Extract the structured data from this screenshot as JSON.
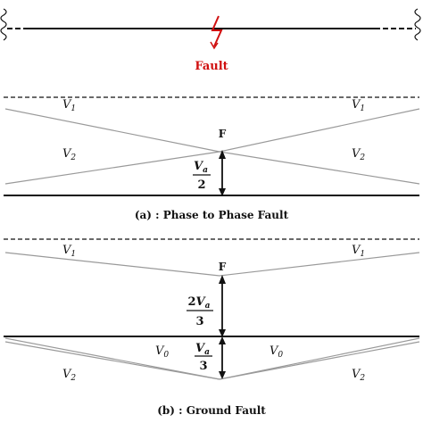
{
  "top": {
    "fault_label": "Fault",
    "fault_color": "#d01010"
  },
  "panel_a": {
    "caption": "(a) : Phase to Phase Fault",
    "fault_point": "F",
    "v1_left": "V",
    "v1_right": "V",
    "v1_sub": "1",
    "v2_left": "V",
    "v2_right": "V",
    "v2_sub": "2",
    "fraction": {
      "num_main": "V",
      "num_sub": "a",
      "den": "2"
    }
  },
  "panel_b": {
    "caption": "(b) : Ground Fault",
    "fault_point": "F",
    "v1_left": "V",
    "v1_right": "V",
    "v1_sub": "1",
    "v0_left": "V",
    "v0_right": "V",
    "v0_sub": "0",
    "v2_left": "V",
    "v2_right": "V",
    "v2_sub": "2",
    "upper_fraction": {
      "num_coef": "2",
      "num_main": "V",
      "num_sub": "a",
      "den": "3"
    },
    "lower_fraction": {
      "num_main": "V",
      "num_sub": "a",
      "den": "3"
    }
  },
  "colors": {
    "line": "#111111",
    "gray_line": "#9a9a9a"
  }
}
